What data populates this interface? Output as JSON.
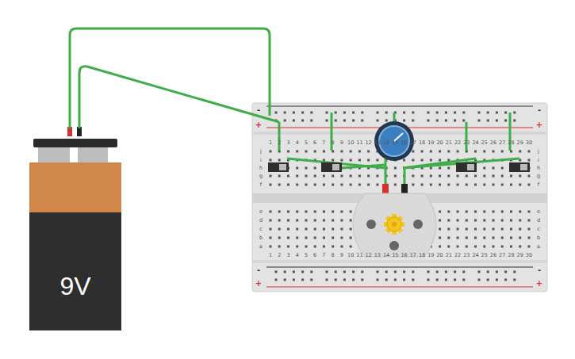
{
  "diagram": {
    "nodes": [
      {
        "text": [
          "9V"
        ]
      }
    ],
    "labels": [
      "1",
      "2",
      "3",
      "4",
      "5",
      "6",
      "7",
      "8",
      "9",
      "10",
      "11",
      "12",
      "13",
      "14",
      "15",
      "16",
      "17",
      "18",
      "19",
      "20",
      "21",
      "22",
      "23",
      "24",
      "25",
      "26",
      "27",
      "28",
      "29",
      "30",
      "1",
      "2",
      "3",
      "4",
      "5",
      "6",
      "7",
      "8",
      "9",
      "10",
      "11",
      "12",
      "13",
      "14",
      "15",
      "16",
      "17",
      "18",
      "19",
      "20",
      "21",
      "22",
      "23",
      "24",
      "25",
      "26",
      "27",
      "28",
      "29",
      "30",
      "j",
      "i",
      "h",
      "g",
      "f",
      "e",
      "d",
      "c",
      "b",
      "a",
      "j",
      "i",
      "h",
      "g",
      "f",
      "e",
      "d",
      "c",
      "b",
      "a",
      "-",
      "+",
      "-",
      "+",
      "-",
      "+",
      "-",
      "+"
    ]
  }
}
